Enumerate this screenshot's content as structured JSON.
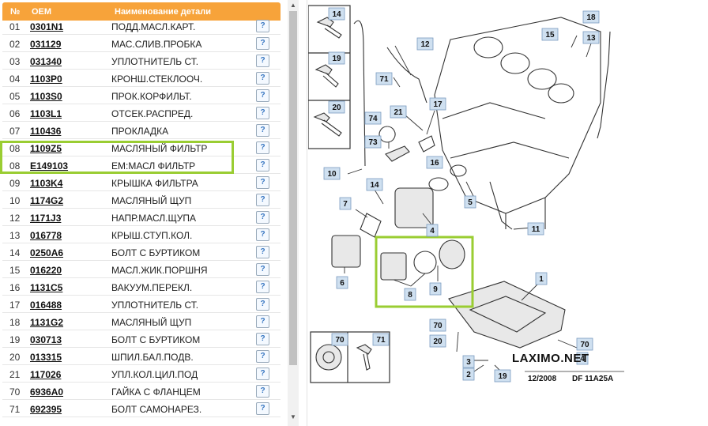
{
  "table": {
    "headers": {
      "num": "№",
      "oem": "OEM",
      "name": "Наименование детали"
    },
    "info_icon": "?",
    "rows": [
      {
        "num": "01",
        "oem": "0301N1",
        "name": "ПОДД.МАСЛ.КАРТ."
      },
      {
        "num": "02",
        "oem": "031129",
        "name": "МАС.СЛИВ.ПРОБКА"
      },
      {
        "num": "03",
        "oem": "031340",
        "name": "УПЛОТНИТЕЛЬ СТ."
      },
      {
        "num": "04",
        "oem": "1103P0",
        "name": "КРОНШ.СТЕКЛООЧ."
      },
      {
        "num": "05",
        "oem": "1103S0",
        "name": "ПРОК.КОРФИЛЬТ."
      },
      {
        "num": "06",
        "oem": "1103L1",
        "name": "ОТСЕК.РАСПРЕД."
      },
      {
        "num": "07",
        "oem": "110436",
        "name": "ПРОКЛАДКА"
      },
      {
        "num": "08",
        "oem": "1109Z5",
        "name": "МАСЛЯНЫЙ ФИЛЬТР"
      },
      {
        "num": "08",
        "oem": "E149103",
        "name": "ЕМ:МАСЛ ФИЛЬТР"
      },
      {
        "num": "09",
        "oem": "1103K4",
        "name": "КРЫШКА ФИЛЬТРА"
      },
      {
        "num": "10",
        "oem": "1174G2",
        "name": "МАСЛЯНЫЙ ЩУП"
      },
      {
        "num": "12",
        "oem": "1171J3",
        "name": "НАПР.МАСЛ.ЩУПА"
      },
      {
        "num": "13",
        "oem": "016778",
        "name": "КРЫШ.СТУП.КОЛ."
      },
      {
        "num": "14",
        "oem": "0250A6",
        "name": "БОЛТ С БУРТИКОМ"
      },
      {
        "num": "15",
        "oem": "016220",
        "name": "МАСЛ.ЖИК.ПОРШНЯ"
      },
      {
        "num": "16",
        "oem": "1131C5",
        "name": "ВАКУУМ.ПЕРЕКЛ."
      },
      {
        "num": "17",
        "oem": "016488",
        "name": "УПЛОТНИТЕЛЬ СТ."
      },
      {
        "num": "18",
        "oem": "1131G2",
        "name": "МАСЛЯНЫЙ ЩУП"
      },
      {
        "num": "19",
        "oem": "030713",
        "name": "БОЛТ С БУРТИКОМ"
      },
      {
        "num": "20",
        "oem": "013315",
        "name": "ШПИЛ.БАЛ.ПОДВ."
      },
      {
        "num": "21",
        "oem": "117026",
        "name": "УПЛ.КОЛ.ЦИЛ.ПОД"
      },
      {
        "num": "70",
        "oem": "6936A0",
        "name": "ГАЙКА С ФЛАНЦЕМ"
      },
      {
        "num": "71",
        "oem": "692395",
        "name": "БОЛТ САМОНАРЕЗ."
      }
    ]
  },
  "scrollbar": {
    "up_arrow": "▲",
    "down_arrow": "▼"
  },
  "diagram": {
    "watermark": "LAXIMO.NET",
    "date": "12/2008",
    "code": "DF 11A25A",
    "labels": [
      "14",
      "19",
      "20",
      "12",
      "71",
      "21",
      "17",
      "74",
      "73",
      "16",
      "18",
      "15",
      "13",
      "10",
      "14",
      "7",
      "5",
      "4",
      "11",
      "6",
      "8",
      "9",
      "1",
      "70",
      "20",
      "3",
      "2",
      "19",
      "70",
      "71",
      "70",
      "4"
    ]
  },
  "colors": {
    "header": "#f7a33a",
    "highlight": "#9acd32",
    "label_fill": "#cfe0f0"
  }
}
